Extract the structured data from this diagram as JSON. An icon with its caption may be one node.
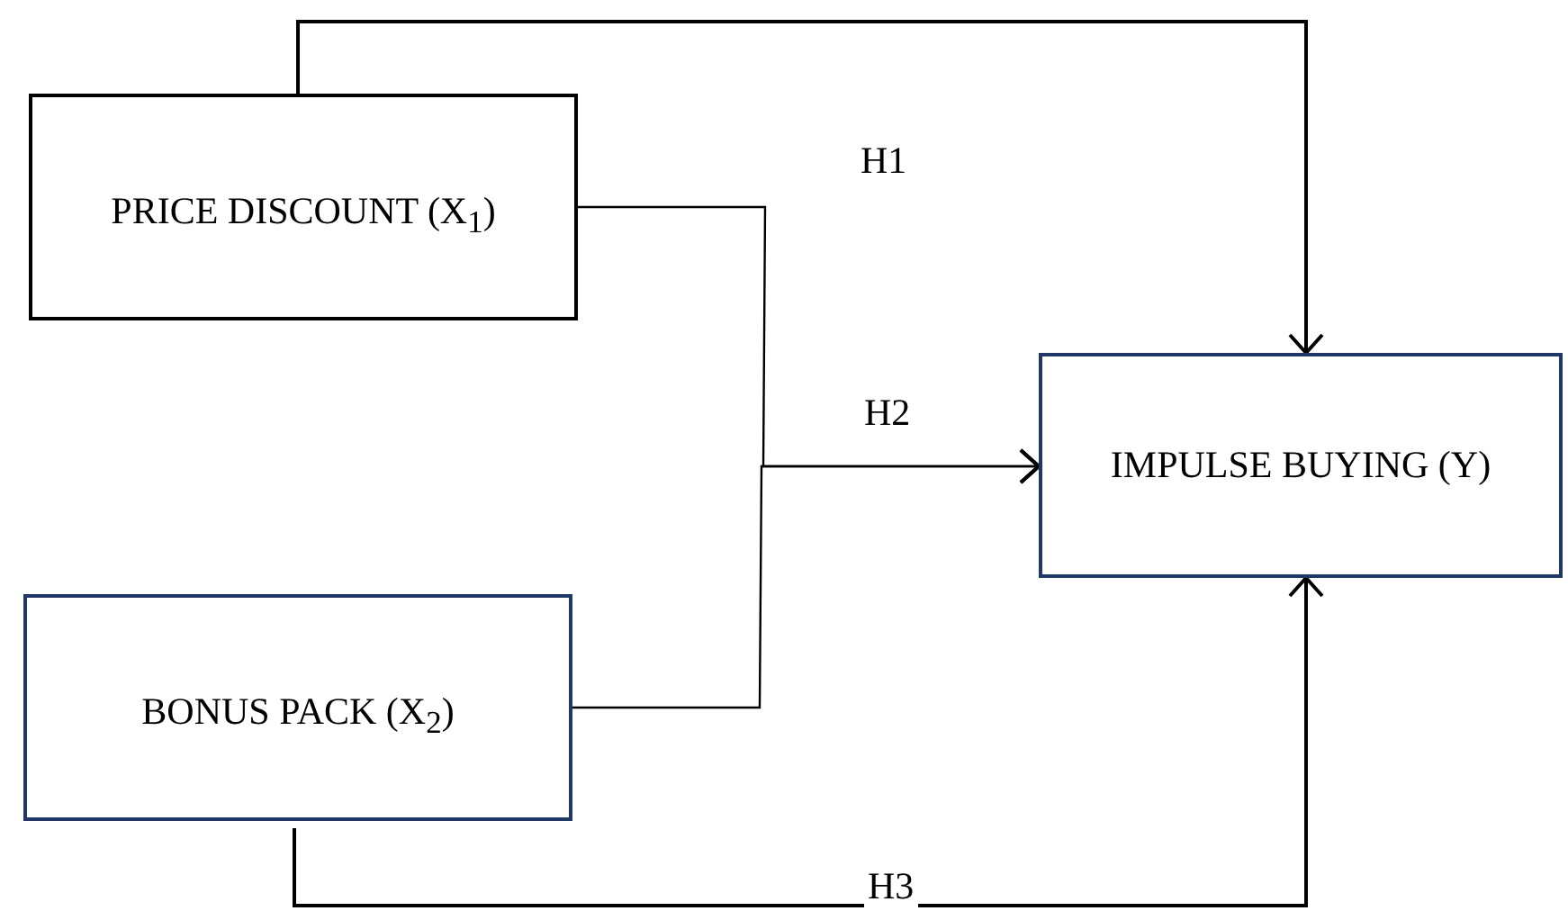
{
  "diagram": {
    "nodes": [
      {
        "text": [
          "PRICE DISCOUNT (X$_{1}$)"
        ]
      },
      {
        "text": [
          "BONUS PACK (X$_{2}$)"
        ]
      },
      {
        "text": [
          "IMPULSE BUYING (Y)"
        ]
      }
    ],
    "edges": [
      {
        "from": 0,
        "to": 2,
        "arrow": "to",
        "label": "H1"
      },
      {
        "from": 0,
        "to": 2,
        "arrow": "to",
        "label": "H2"
      },
      {
        "from": 1,
        "to": 2,
        "arrow": "to"
      },
      {
        "from": 1,
        "to": 2,
        "arrow": "to",
        "label": "H3"
      }
    ]
  }
}
